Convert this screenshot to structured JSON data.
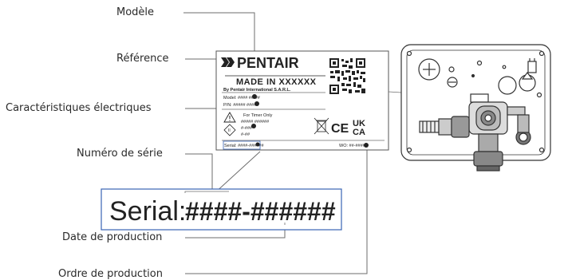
{
  "callouts": {
    "modele": "Modèle",
    "reference": "Référence",
    "caracteristiques": "Caractéristiques électriques",
    "numero_serie": "Numéro de série",
    "date_production": "Date de production",
    "ordre_production": "Ordre de production"
  },
  "label": {
    "brand": "PENTAIR",
    "made_in": "MADE IN XXXXXX",
    "by_line": "By Pentair International S.A.R.L.",
    "model_line": "Model: #### ##-##",
    "pn_line": "P/N: ##### ####",
    "timer": "For Timer Only",
    "elec_line1": "##### ######",
    "elec_line2": "#-###",
    "elec_line3": "#-##",
    "serial_small": "Serial: ####-######",
    "wo_small": "WO: ##-####",
    "ce": "CE",
    "uk": "UK",
    "ca": "CA"
  },
  "zoom": {
    "prefix": "Serial:",
    "serial_value": "####-######"
  },
  "colors": {
    "accent_blue": "#3a64b4",
    "line_gray": "#6e6e6e",
    "text_dark": "#2a2a2a"
  }
}
